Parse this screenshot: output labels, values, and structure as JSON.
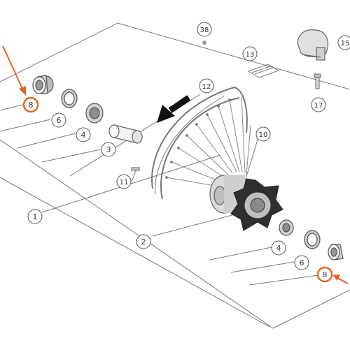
{
  "colors": {
    "line": "#666666",
    "part": "#7a7a7a",
    "part_light": "#d9d9d9",
    "highlight": "#e8641e",
    "hub": "#2f2f2f"
  },
  "callouts": [
    {
      "label": "38"
    },
    {
      "label": "13"
    },
    {
      "label": "15"
    },
    {
      "label": "17"
    },
    {
      "label": "12"
    },
    {
      "label": "8",
      "highlighted": true
    },
    {
      "label": "6"
    },
    {
      "label": "4"
    },
    {
      "label": "3"
    },
    {
      "label": "10"
    },
    {
      "label": "11"
    },
    {
      "label": "1"
    },
    {
      "label": "2"
    },
    {
      "label": "4"
    },
    {
      "label": "6"
    },
    {
      "label": "8",
      "highlighted": true
    }
  ]
}
